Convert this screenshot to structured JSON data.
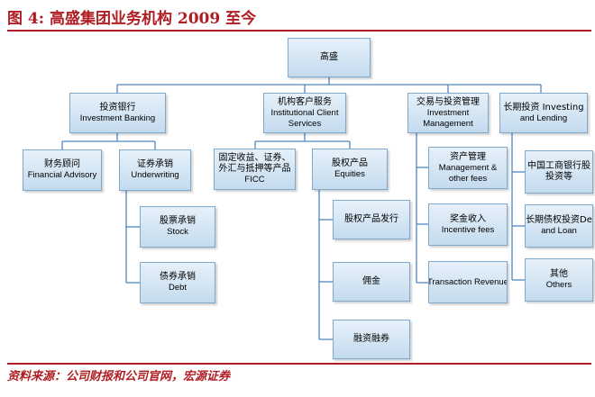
{
  "figure": {
    "title": "图 4:  高盛集团业务机构 2009 至今",
    "source": "资料来源：公司财报和公司官网，宏源证券"
  },
  "org": {
    "root": {
      "label": "高盛"
    },
    "investment_banking": {
      "label": "投资银行",
      "en": "Investment Banking",
      "financial_advisory": {
        "label": "财务顾问",
        "en": "Financial Advisory"
      },
      "underwriting": {
        "label": "证券承销",
        "en": "Underwriting",
        "stock": {
          "label": "股票承销",
          "en": "Stock"
        },
        "debt": {
          "label": "债券承销",
          "en": "Debt"
        }
      }
    },
    "institutional_client_services": {
      "label": "机构客户服务",
      "en1": "Institutional Client",
      "en2": "Services",
      "ficc": {
        "line1": "固定收益、证券、",
        "line2": "外汇与抵押等产品",
        "en": "FICC"
      },
      "equities": {
        "label": "股权产品",
        "en": "Equities",
        "issuance": {
          "label": "股权产品发行"
        },
        "commission": {
          "label": "佣金"
        },
        "margin": {
          "label": "融资融券"
        }
      }
    },
    "investment_management": {
      "label": "交易与投资管理",
      "en1": "Investment",
      "en2": "Management",
      "management_fees": {
        "label": "资产管理",
        "en1": "Management &",
        "en2": "other fees"
      },
      "incentive_fees": {
        "label": "奖金收入",
        "en": "Incentive fees"
      },
      "transaction_revenue": {
        "en": "Transaction Revenue"
      }
    },
    "investing_lending": {
      "line1": "长期投资 Investing",
      "line2": "and Lending",
      "icbc": {
        "line1": "中国工商银行股",
        "line2": "投资等"
      },
      "debt_loan": {
        "line1": "长期债权投资De",
        "line2": "and Loan"
      },
      "others": {
        "label": "其他",
        "en": "Others"
      }
    }
  }
}
